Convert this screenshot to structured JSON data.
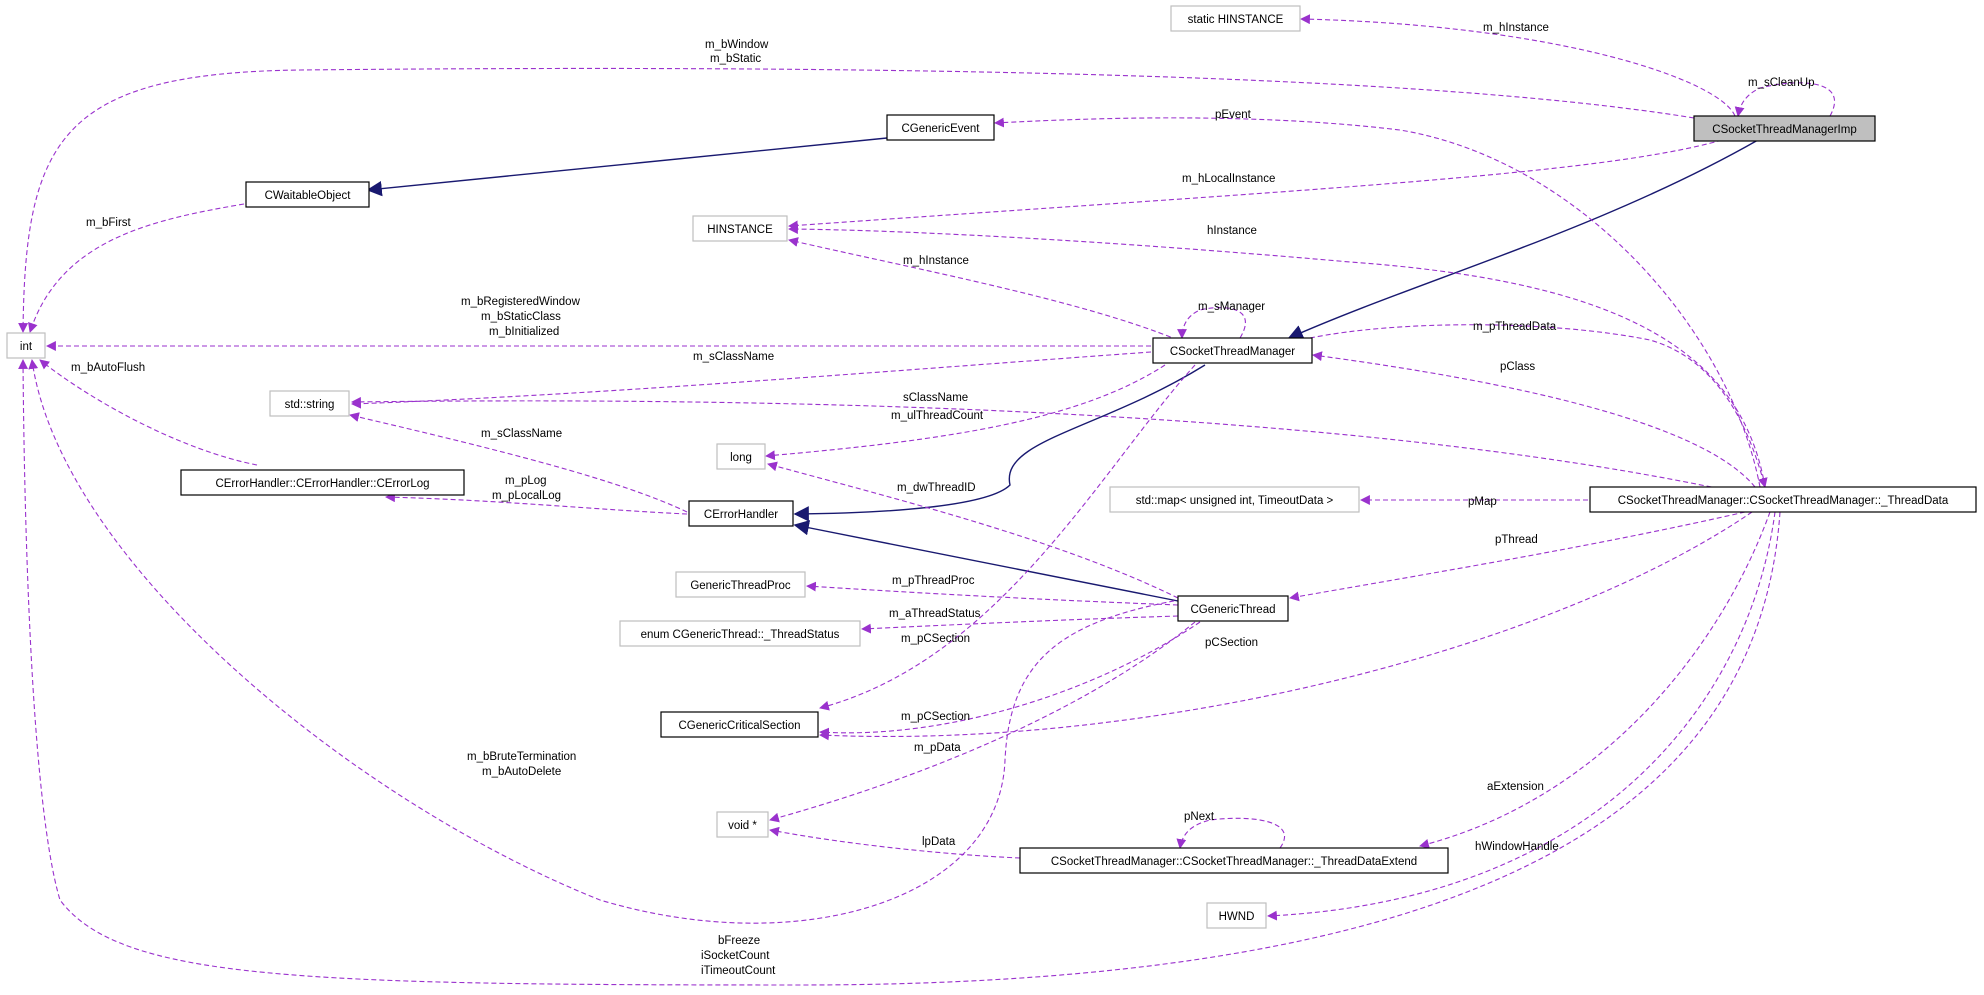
{
  "colors": {
    "usage_edge": "#9a32cd",
    "inheritance_edge": "#191970",
    "focus_fill": "#bfbfbf",
    "external_border": "#bfbfbf",
    "class_border": "#000000"
  },
  "nodes": {
    "static_hinstance": "static HINSTANCE",
    "socket_thread_manager_imp": "CSocketThreadManagerImp",
    "generic_event": "CGenericEvent",
    "waitable_object": "CWaitableObject",
    "hinstance": "HINSTANCE",
    "int": "int",
    "socket_thread_manager": "CSocketThreadManager",
    "std_string": "std::string",
    "long": "long",
    "error_log": "CErrorHandler::CErrorHandler::CErrorLog",
    "error_handler": "CErrorHandler",
    "std_map": "std::map< unsigned int, TimeoutData >",
    "thread_data": "CSocketThreadManager::CSocketThreadManager::_ThreadData",
    "generic_thread_proc": "GenericThreadProc",
    "generic_thread": "CGenericThread",
    "thread_status": "enum CGenericThread::_ThreadStatus",
    "generic_critical_section": "CGenericCriticalSection",
    "void_ptr": "void *",
    "thread_data_extend": "CSocketThreadManager::CSocketThreadManager::_ThreadDataExtend",
    "hwnd": "HWND"
  },
  "edge_labels": {
    "m_hInstance_imp": "m_hInstance",
    "m_sCleanUp": "m_sCleanUp",
    "m_bWindow": "m_bWindow",
    "m_bStatic": "m_bStatic",
    "pEvent": "pEvent",
    "m_hLocalInstance": "m_hLocalInstance",
    "m_bFirst": "m_bFirst",
    "hInstance": "hInstance",
    "m_hInstance_mgr": "m_hInstance",
    "m_sManager": "m_sManager",
    "m_bRegisteredWindow": "m_bRegisteredWindow",
    "m_bStaticClass": "m_bStaticClass",
    "m_bInitialized": "m_bInitialized",
    "m_pThreadData": "m_pThreadData",
    "m_bAutoFlush": "m_bAutoFlush",
    "m_sClassName_mgr": "m_sClassName",
    "pClass": "pClass",
    "sClassName": "sClassName",
    "m_ulThreadCount": "m_ulThreadCount",
    "m_sClassName_err": "m_sClassName",
    "m_pLog": "m_pLog",
    "m_pLocalLog": "m_pLocalLog",
    "m_dwThreadID": "m_dwThreadID",
    "pMap": "pMap",
    "pThread": "pThread",
    "m_pThreadProc": "m_pThreadProc",
    "m_aThreadStatus": "m_aThreadStatus",
    "m_pCSection_mgr": "m_pCSection",
    "pCSection": "pCSection",
    "m_pCSection_thr": "m_pCSection",
    "m_pData": "m_pData",
    "m_bBruteTermination": "m_bBruteTermination",
    "m_bAutoDelete": "m_bAutoDelete",
    "aExtension": "aExtension",
    "pNext": "pNext",
    "lpData": "lpData",
    "hWindowHandle": "hWindowHandle",
    "bFreeze": "bFreeze",
    "iSocketCount": "iSocketCount",
    "iTimeoutCount": "iTimeoutCount"
  }
}
